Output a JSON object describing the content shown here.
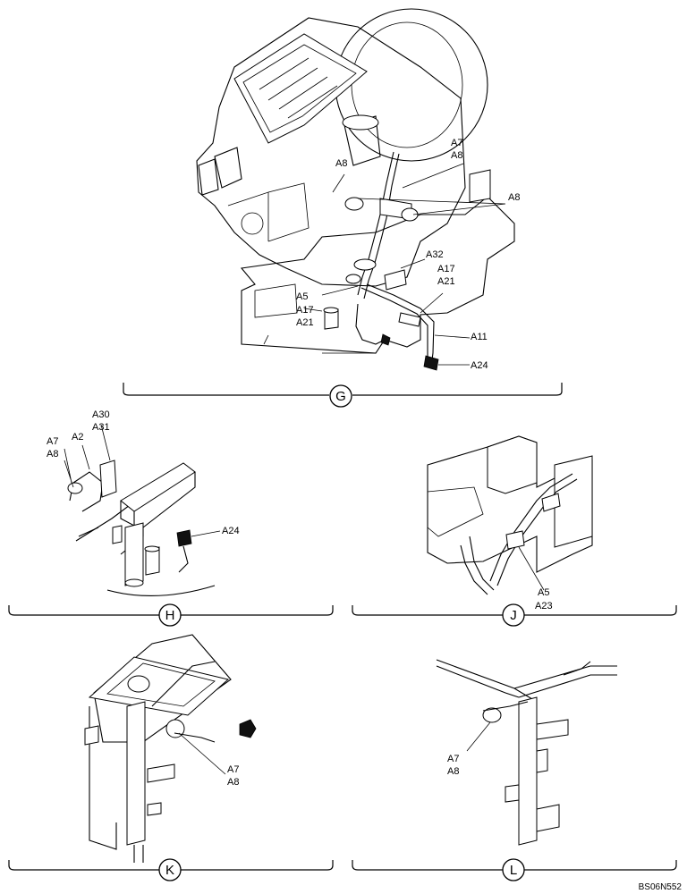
{
  "views": {
    "G": {
      "letter": "G",
      "callouts": [
        "A7",
        "A8",
        "A8",
        "A8",
        "A32",
        "A17",
        "A21",
        "A5",
        "A17",
        "A21",
        "A11",
        "A24"
      ]
    },
    "H": {
      "letter": "H",
      "callouts": [
        "A30",
        "A31",
        "A7",
        "A2",
        "A8",
        "A24"
      ]
    },
    "J": {
      "letter": "J",
      "callouts": [
        "A5",
        "A23"
      ]
    },
    "K": {
      "letter": "K",
      "callouts": [
        "A7",
        "A8"
      ]
    },
    "L": {
      "letter": "L",
      "callouts": [
        "A7",
        "A8"
      ]
    }
  },
  "drawing_number": "BS06N552"
}
